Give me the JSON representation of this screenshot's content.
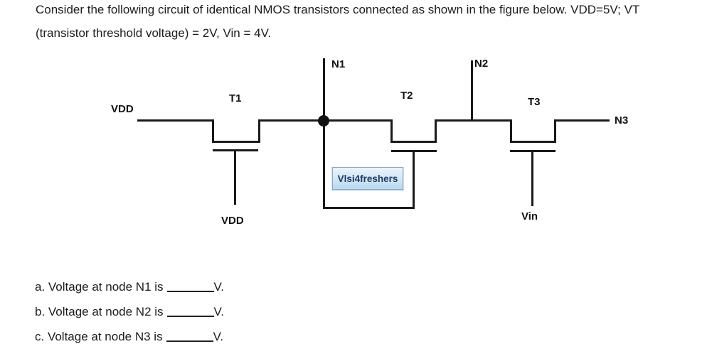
{
  "header": {
    "line1": "Consider the following circuit of identical NMOS transistors connected as shown in the figure below. VDD=5V; VT",
    "line2": "(transistor threshold voltage) = 2V, Vin = 4V."
  },
  "diagram": {
    "transistor_labels": {
      "t1": "T1",
      "t2": "T2",
      "t3": "T3"
    },
    "node_labels": {
      "n1": "N1",
      "n2": "N2",
      "n3": "N3"
    },
    "supply_labels": {
      "vdd_rail": "VDD",
      "vdd_gate": "VDD",
      "vin": "Vin"
    },
    "watermark": "Vlsi4freshers",
    "colors": {
      "wire": "#1a1a1a",
      "watermark_text": "#1b3c63",
      "watermark_bg_top": "#eaf3fb",
      "watermark_bg_bottom": "#b9d8f0",
      "watermark_border": "#8ea9c1"
    }
  },
  "questions": [
    {
      "prefix": "a. Voltage at node N1 is",
      "suffix": "V."
    },
    {
      "prefix": "b. Voltage at node N2 is",
      "suffix": "V."
    },
    {
      "prefix": "c. Voltage at node N3 is",
      "suffix": "V."
    }
  ]
}
